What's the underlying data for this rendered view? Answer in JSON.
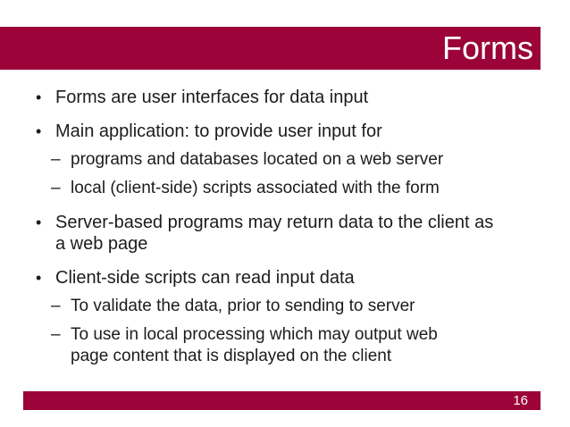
{
  "slide": {
    "title": "Forms",
    "page_number": "16",
    "colors": {
      "accent": "#9B0339",
      "title_text": "#FFFFFF",
      "body_text": "#1C1C1C",
      "background": "#FFFFFF"
    },
    "markers": {
      "level1": "•",
      "level2": "–"
    },
    "bullets": [
      {
        "level": 1,
        "text": "Forms are user interfaces for data input"
      },
      {
        "level": 1,
        "text": "Main application: to provide user input for"
      },
      {
        "level": 2,
        "text": "programs and databases located on a web server"
      },
      {
        "level": 2,
        "text": "local (client-side) scripts associated with the form"
      },
      {
        "level": 1,
        "text": "Server-based programs may return data to the client as\na web page"
      },
      {
        "level": 1,
        "text": "Client-side scripts can read input data"
      },
      {
        "level": 2,
        "text": "To validate the data, prior to sending to server"
      },
      {
        "level": 2,
        "text": "To use in local processing which may output web\npage content that is displayed on the client"
      }
    ]
  }
}
